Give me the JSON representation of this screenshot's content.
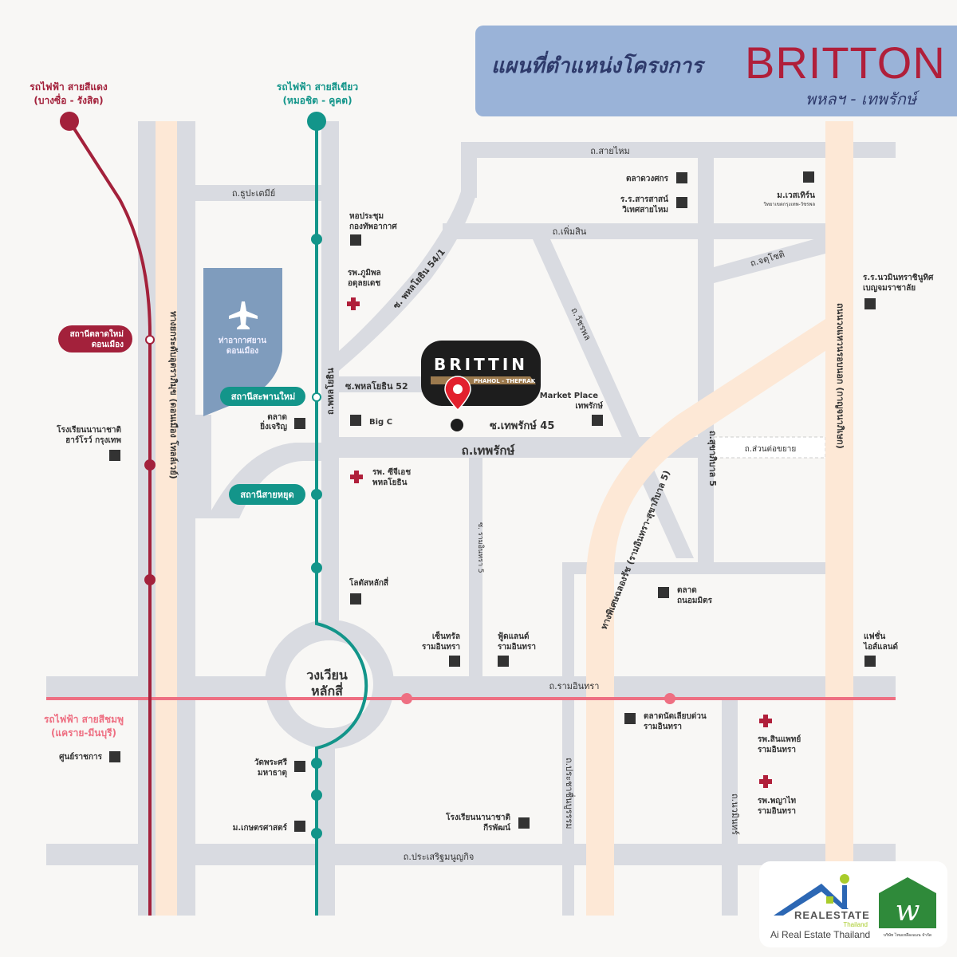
{
  "header": {
    "title": "แผนที่ตำแหน่งโครงการ",
    "brand": "BRITTON",
    "subtitle": "พหลฯ - เทพรักษ์"
  },
  "colors": {
    "red_line": "#a3213b",
    "green_line": "#13958a",
    "pink_line": "#ee6f82",
    "road": "#d9dbe1",
    "highway": "#fde8d6",
    "airport": "#7f9cbd",
    "accent": "#b01f3a"
  },
  "lines": {
    "red": {
      "name": "รถไฟฟ้า สายสีแดง",
      "route": "(บางซื่อ - รังสิต)"
    },
    "green": {
      "name": "รถไฟฟ้า สายสีเขียว",
      "route": "(หมอชิต - คูคต)"
    },
    "pink": {
      "name": "รถไฟฟ้า สายสีชมพู",
      "route": "(แคราย-มีนบุรี)"
    }
  },
  "stations": {
    "don_mueang": [
      "สถานีตลาดใหม่",
      "ดอนเมือง"
    ],
    "saphan_mai": "สถานีสะพานใหม่",
    "sai_yut": "สถานีสายหยุด"
  },
  "airport": [
    "ท่าอากาศยาน",
    "ดอนเมือง"
  ],
  "project": {
    "logo": "BRITTIN",
    "tagline": "PHAHOL - THEPRAK"
  },
  "roads": {
    "vibhavadi": "ทางยกระดับอุตราภิมุข (ดอนเมือง โทลล์เวย์)",
    "thupatemi": "ถ.ธูปะเตมีย์",
    "phahon": "ถ.พหลโยธิน",
    "saimai": "ถ.สายไหม",
    "phermsin": "ถ.เพิ่มสิน",
    "soi54_1": "ซ. พหลโยธิน 54/1",
    "soi52": "ซ.พหลโยธิน 52",
    "watcharaphon": "ถ.วัชรพล",
    "chatuchot": "ถ.จตุโชติ",
    "theprak": "ถ.เทพรักษ์",
    "soi45": "ซ.เทพรักษ์ 45",
    "sukhaphiban5": "ถ.สุขาภิบาล 5",
    "extension": "ถ.ส่วนต่อขยาย",
    "kanchana": "ถนนวงแหวนรอบนอก (กาญจนาภิเษก)",
    "ramintra_sukha": "ทางพิเศษฉลองรัช (รามอินทรา-สุขาภิบาล 5)",
    "ramintra5": "ซ. รามอินทรา 5",
    "ramintra": "ถ.รามอินทรา",
    "circle": [
      "วงเวียน",
      "หลักสี่"
    ],
    "prasert": "ถ.ประเสริฐมนูญกิจ",
    "navamin": "ถ.นวมินทร์",
    "prachachuen": "ถ.ประชาชื่นบูรรรม"
  },
  "places": {
    "talad_wongsakorn": "ตลาดวงศกร",
    "saint": [
      "ร.ร.สารสาสน์",
      "วิเทศสายไหม"
    ],
    "western": [
      "ม.เวสเทิร์น",
      "วิทยาเขตกรุงเทพ-วัชรพล"
    ],
    "hall": [
      "หอประชุม",
      "กองทัพอากาศ"
    ],
    "bhumibol": [
      "รพ.ภูมิพล",
      "อดุลยเดช"
    ],
    "navamin_school": [
      "ร.ร.นวมินทราชินูทิศ",
      "เบญจมราชาลัย"
    ],
    "market_place": [
      "Market Place",
      "เทพรักษ์"
    ],
    "bigc": "Big C",
    "yingcharoen": [
      "ตลาด",
      "ยิ่งเจริญ"
    ],
    "harrow": [
      "โรงเรียนนานาชาติ",
      "ฮาร์โรว์ กรุงเทพ"
    ],
    "gea": [
      "รพ. ซีจีเอช",
      "พหลโยธิน"
    ],
    "lotus": "โลตัสหลักสี่",
    "central": [
      "เซ็นทรัล",
      "รามอินทรา"
    ],
    "foodland": [
      "ฟู้ดแลนด์",
      "รามอินทรา"
    ],
    "talad_thanon": [
      "ตลาด",
      "ถนอมมิตร"
    ],
    "fashion": [
      "แฟชั่น",
      "ไอส์แลนด์"
    ],
    "government": "ศูนย์ราชการ",
    "watphra": [
      "วัดพระศรี",
      "มหาธาตุ"
    ],
    "kasetsart": "ม.เกษตรศาสตร์",
    "kpis": [
      "โรงเรียนนานาชาติ",
      "กีรพัฒน์"
    ],
    "nonsi": [
      "ตลาดนัดเลียบด่วน",
      "รามอินทรา"
    ],
    "sinphaet": [
      "รพ.สินแพทย์",
      "รามอินทรา"
    ],
    "phyathai": [
      "รพ.พญาไท",
      "รามอินทรา"
    ]
  },
  "logos": {
    "realestate": "REALESTATE",
    "thailand": "Thailand",
    "company": "Ai Real Estate Thailand",
    "partner": "บริษัท ไหมเหลืองแมน จำกัด"
  }
}
